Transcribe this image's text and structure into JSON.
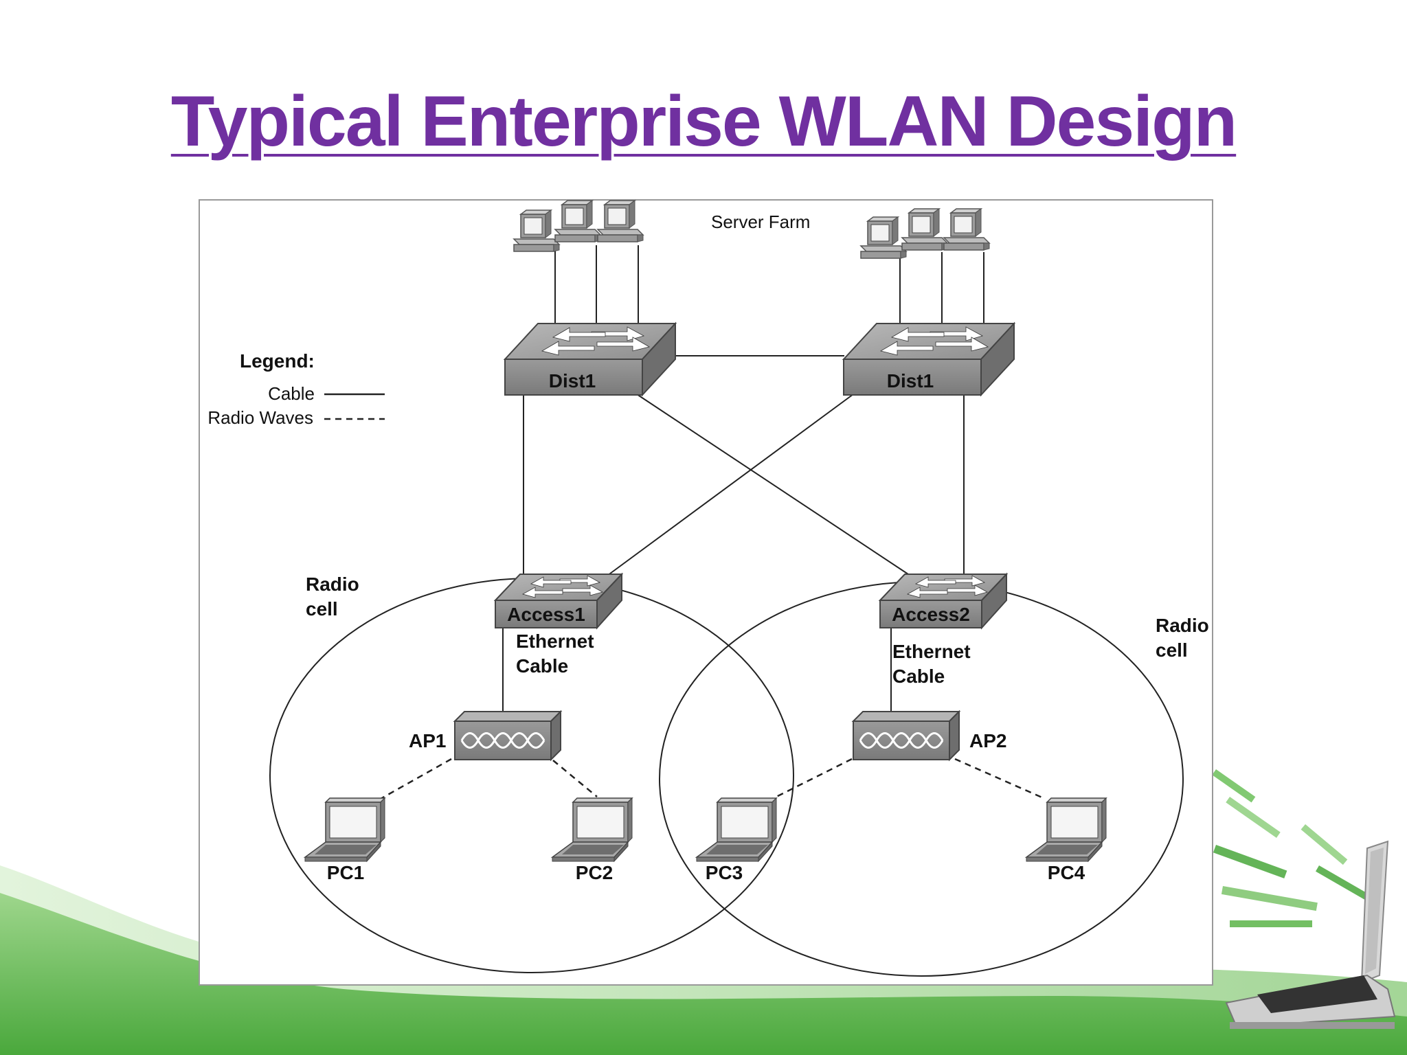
{
  "slide": {
    "title": "Typical Enterprise WLAN Design"
  },
  "diagram": {
    "server_farm_label": "Server Farm",
    "legend": {
      "title": "Legend:",
      "cable_label": "Cable",
      "radio_label": "Radio Waves"
    },
    "dist_switches": [
      "Dist1",
      "Dist1"
    ],
    "access_switches": [
      "Access1",
      "Access2"
    ],
    "access_points": [
      "AP1",
      "AP2"
    ],
    "pcs": [
      "PC1",
      "PC2",
      "PC3",
      "PC4"
    ],
    "radio_cell_label_line1": "Radio",
    "radio_cell_label_line2": "cell",
    "ethernet_label_line1": "Ethernet",
    "ethernet_label_line2": "Cable"
  },
  "colors": {
    "title": "#7030A0",
    "accent_green": "#5BB548",
    "device_gray": "#8a8a8a"
  }
}
